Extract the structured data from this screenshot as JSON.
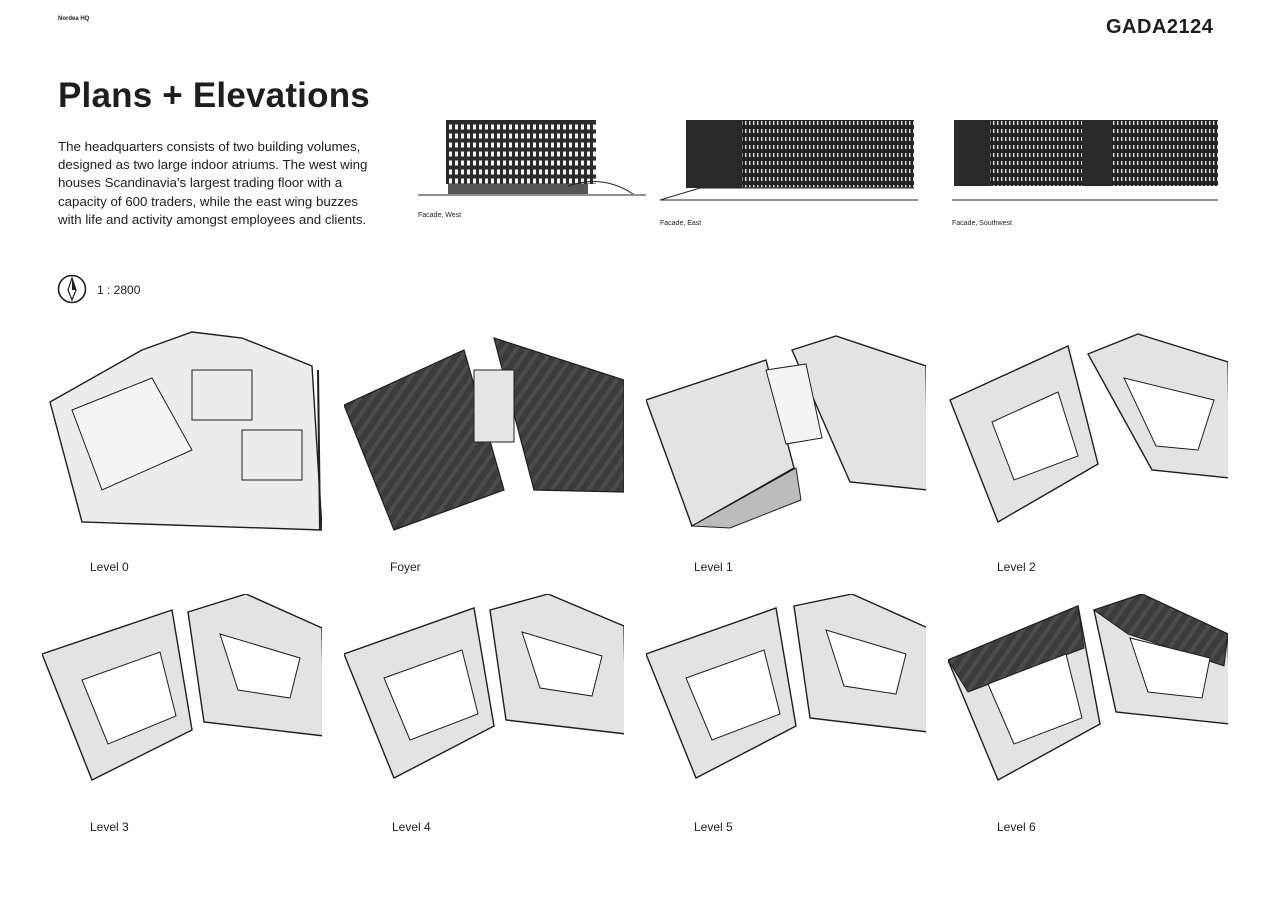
{
  "header": {
    "project_name": "Nordea HQ",
    "doc_code": "GADA2124"
  },
  "intro": {
    "title": "Plans + Elevations",
    "body": "The headquarters consists of two building volumes, designed as two large indoor atriums. The west wing houses Scandinavia's largest trading floor with a capacity of 600 traders, while the east wing buzzes with life and activity amongst employees and clients."
  },
  "legend": {
    "compass_icon": "north-arrow-icon",
    "scale": "1 : 2800"
  },
  "elevations": [
    {
      "caption": "Facade, West"
    },
    {
      "caption": "Facade, East"
    },
    {
      "caption": "Facade, Southwest"
    }
  ],
  "plans": [
    {
      "caption": "Level 0"
    },
    {
      "caption": "Foyer"
    },
    {
      "caption": "Level 1"
    },
    {
      "caption": "Level 2"
    },
    {
      "caption": "Level 3"
    },
    {
      "caption": "Level 4"
    },
    {
      "caption": "Level 5"
    },
    {
      "caption": "Level 6"
    }
  ],
  "colors": {
    "ink": "#1e1e1e",
    "floor_fill": "#e6e6e6",
    "dark_fill": "#3a3a3a"
  }
}
